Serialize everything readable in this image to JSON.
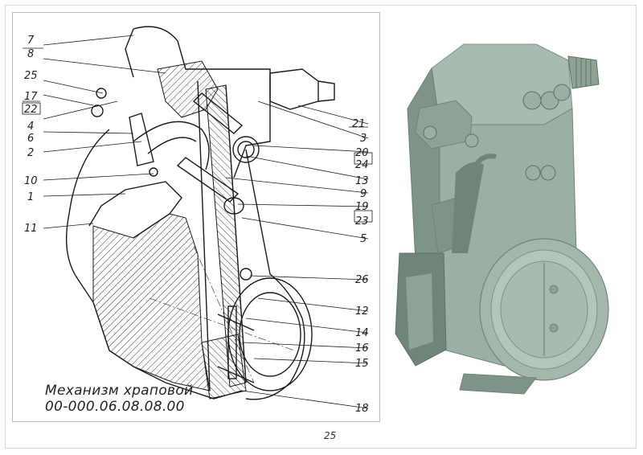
{
  "drawing": {
    "title": "Механизм храповой",
    "code": "00-000.06.08.08.00",
    "callouts_left": [
      "7",
      "8",
      "25",
      "17",
      "22",
      "4",
      "6",
      "2",
      "10",
      "1",
      "11"
    ],
    "callouts_right": [
      "21",
      "3",
      "20",
      "24",
      "13",
      "9",
      "19",
      "23",
      "5",
      "26",
      "12",
      "14",
      "16",
      "15",
      "18"
    ]
  },
  "page": {
    "number": "25"
  },
  "colors": {
    "line": "#1a1a1a",
    "hatch": "#333333",
    "model_face": "#9bb0a4",
    "model_dark": "#6f8579",
    "model_light": "#bccabf"
  }
}
